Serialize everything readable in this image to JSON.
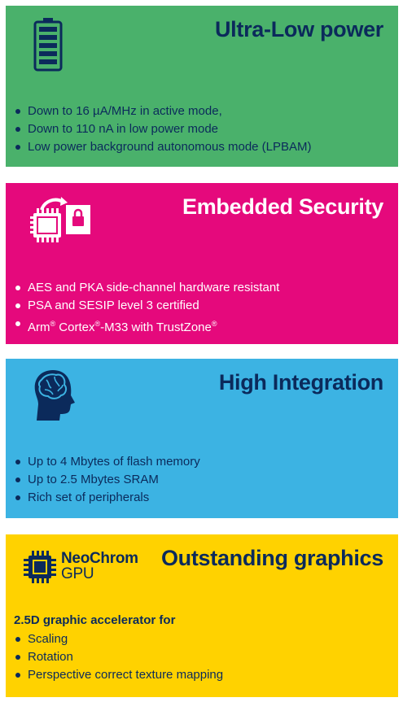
{
  "cards": [
    {
      "title": "Ultra-Low power",
      "icon": "battery-icon",
      "bullets": [
        "Down to 16 µA/MHz in active mode,",
        "Down to 110 nA in low power mode",
        "Low power background autonomous mode (LPBAM)"
      ]
    },
    {
      "title": "Embedded Security",
      "icon": "secure-chip-lock-icon",
      "bullets": [
        "AES and PKA side-channel hardware resistant",
        "PSA and SESIP level 3 certified"
      ],
      "bullet3": {
        "a": "Arm",
        "reg": "®",
        "b": " Cortex",
        "c": "-M33 with TrustZone"
      }
    },
    {
      "title": "High Integration",
      "icon": "head-brain-icon",
      "bullets": [
        "Up to 4 Mbytes of flash memory",
        "Up to 2.5 Mbytes SRAM",
        "Rich set of peripherals"
      ]
    },
    {
      "title": "Outstanding graphics",
      "icon": "chip-icon",
      "badge": {
        "line1": "NeoChrom",
        "line2": "GPU"
      },
      "lead": "2.5D graphic accelerator for",
      "bullets": [
        "Scaling",
        "Rotation",
        "Perspective correct texture mapping"
      ]
    }
  ],
  "colors": {
    "green": "#4ab16b",
    "magenta": "#e5097c",
    "blue": "#3cb3e3",
    "yellow": "#ffd200",
    "navy": "#0b2a5b"
  }
}
